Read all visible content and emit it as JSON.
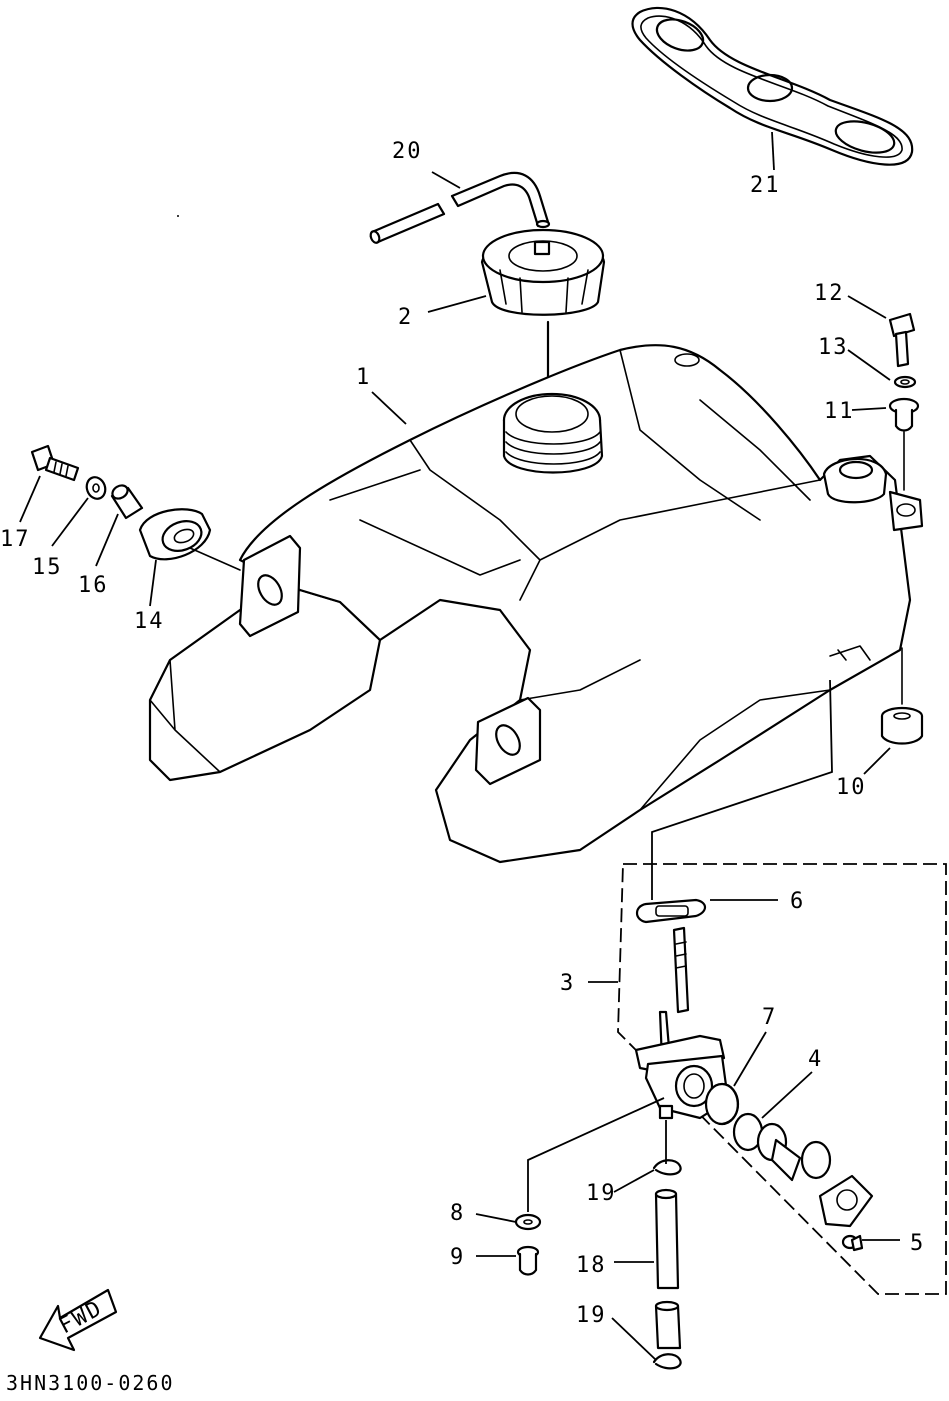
{
  "diagram": {
    "parts": [
      {
        "ref": "1"
      },
      {
        "ref": "2"
      },
      {
        "ref": "3"
      },
      {
        "ref": "4"
      },
      {
        "ref": "5"
      },
      {
        "ref": "6"
      },
      {
        "ref": "7"
      },
      {
        "ref": "8"
      },
      {
        "ref": "9"
      },
      {
        "ref": "10"
      },
      {
        "ref": "11"
      },
      {
        "ref": "12"
      },
      {
        "ref": "13"
      },
      {
        "ref": "14"
      },
      {
        "ref": "15"
      },
      {
        "ref": "16"
      },
      {
        "ref": "17"
      },
      {
        "ref": "18"
      },
      {
        "ref": "19"
      },
      {
        "ref": "19"
      },
      {
        "ref": "20"
      },
      {
        "ref": "21"
      }
    ],
    "direction_label": "FWD",
    "drawing_code": "3HN3100-0260"
  }
}
